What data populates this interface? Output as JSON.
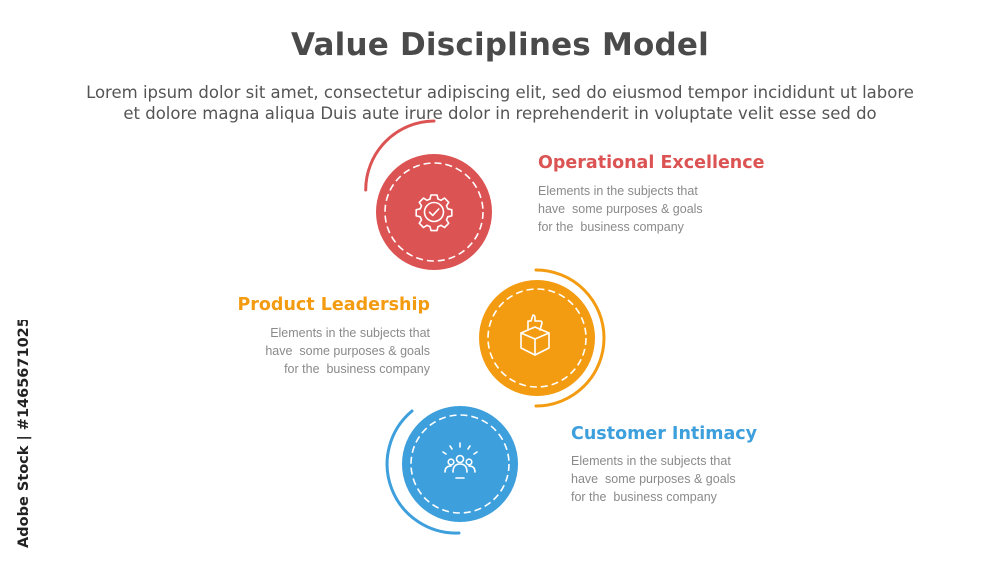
{
  "title": "Value Disciplines Model",
  "intro": [
    "Lorem ipsum dolor sit amet, consectetur adipiscing elit, sed do eiusmod tempor incididunt ut labore",
    "et dolore magna aliqua Duis aute irure dolor in reprehenderit in voluptate velit esse sed do"
  ],
  "items": [
    {
      "heading": "Operational Excellence",
      "lines": [
        "Elements in the subjects that",
        "have  some purposes & goals",
        "for the  business company"
      ],
      "icon": "gear-check-icon",
      "color": "#dc5353"
    },
    {
      "heading": "Product Leadership",
      "lines": [
        "Elements in the subjects that",
        "have  some purposes & goals",
        "for the  business company"
      ],
      "icon": "box-thumbs-up-icon",
      "color": "#f39c12"
    },
    {
      "heading": "Customer Intimacy",
      "lines": [
        "Elements in the subjects that",
        "have  some purposes & goals",
        "for the  business company"
      ],
      "icon": "customer-group-icon",
      "color": "#3d9fdc"
    }
  ],
  "watermark": "Adobe Stock | #1465671025"
}
